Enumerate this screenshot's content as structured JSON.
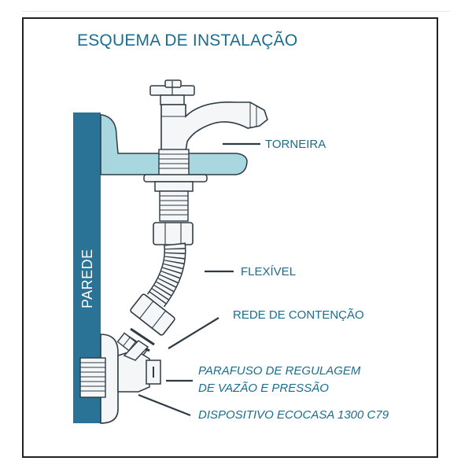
{
  "title": "ESQUEMA DE INSTALAÇÃO",
  "wall_label": "PAREDE",
  "callouts": {
    "torneira": "TORNEIRA",
    "flexivel": "FLEXÍVEL",
    "rede": "REDE DE CONTENÇÃO",
    "parafuso_line1": "PARAFUSO DE REGULAGEM",
    "parafuso_line2": "DE VAZÃO E PRESSÃO",
    "dispositivo": "DISPOSITIVO ECOCASA 1300 C79"
  },
  "colors": {
    "accent": "#1a6d8f",
    "wall": "#2a7396",
    "sink": "#a9d7df",
    "metal": "#f4f6f8",
    "line": "#2e3b44",
    "frame": "#222222"
  }
}
